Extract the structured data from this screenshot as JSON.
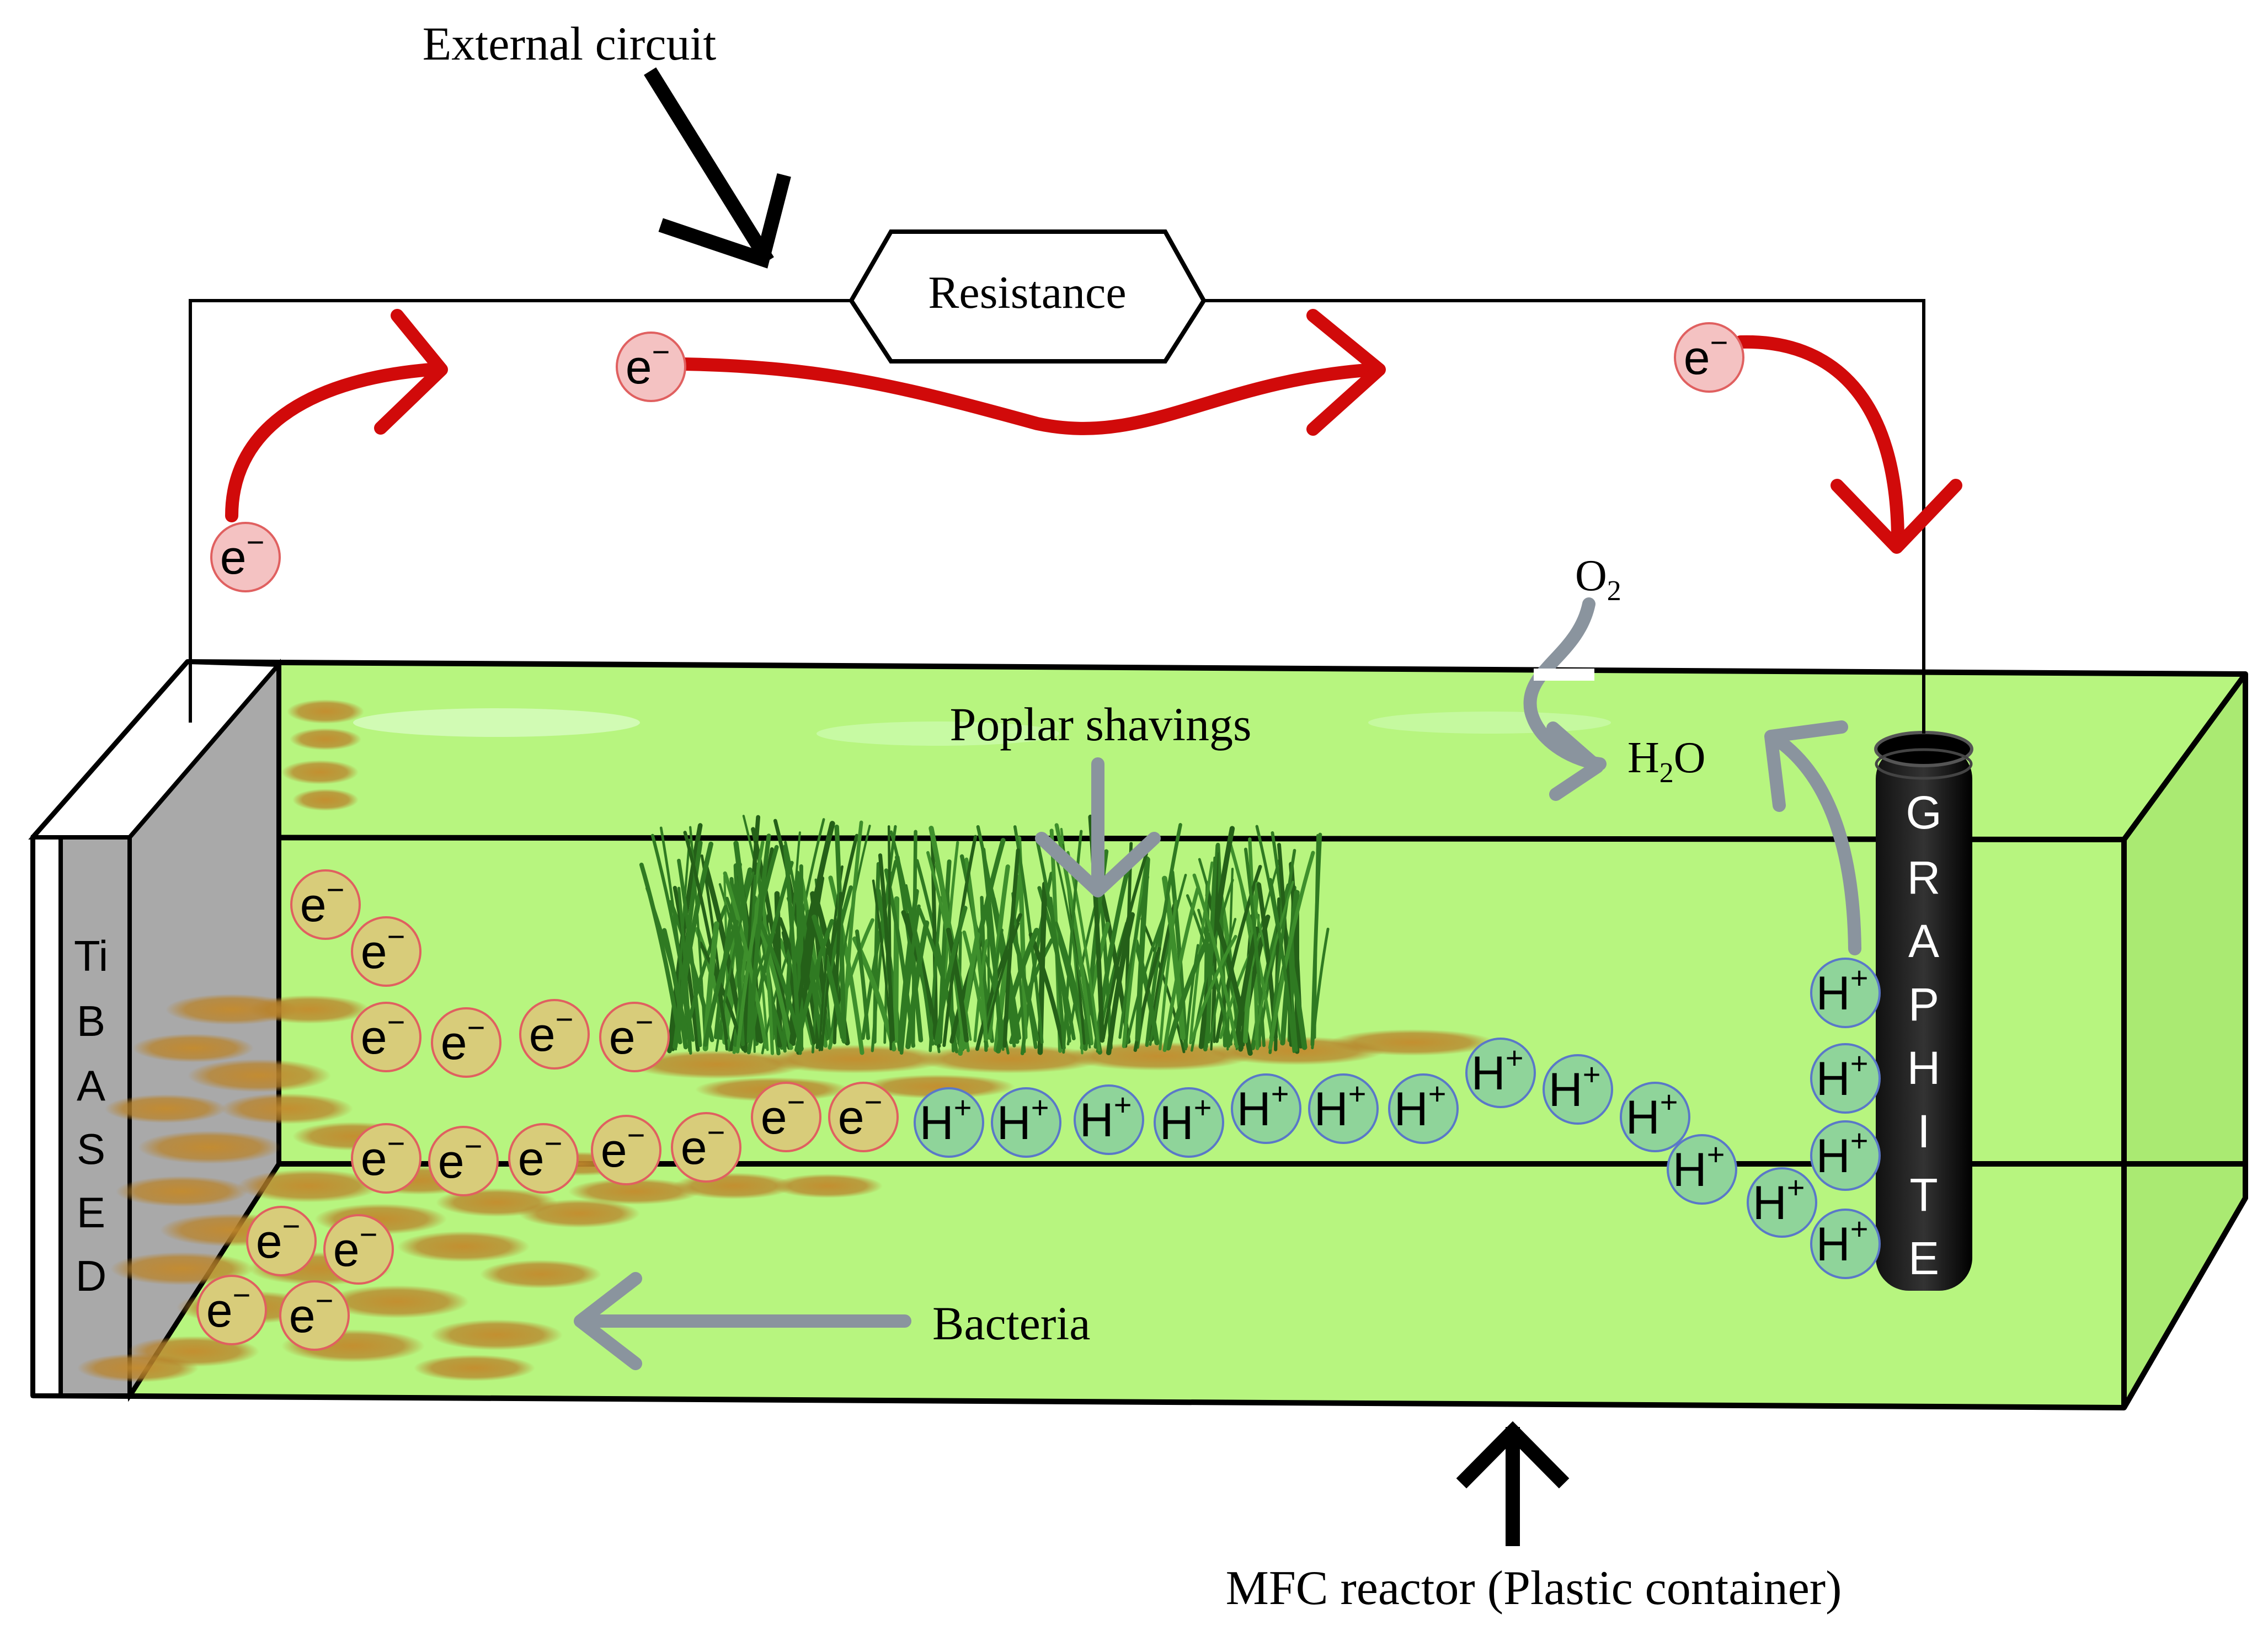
{
  "labels": {
    "external_circuit": "External circuit",
    "resistance": "Resistance",
    "oxygen": {
      "base": "O",
      "sub": "2"
    },
    "water": {
      "pre": "H",
      "sub": "2",
      "post": "O"
    },
    "poplar_shavings": "Poplar shavings",
    "bacteria": "Bacteria",
    "reactor": "MFC reactor (Plastic container)"
  },
  "anode_letters": [
    "Ti",
    "B",
    "A",
    "S",
    "E",
    "D"
  ],
  "cathode_letters": [
    "G",
    "R",
    "A",
    "P",
    "H",
    "I",
    "T",
    "E"
  ],
  "particles": {
    "electron": {
      "base": "e",
      "sup": "−"
    },
    "proton": {
      "base": "H",
      "sup": "+"
    }
  },
  "colors": {
    "liquid": "#b7f57f",
    "electron_air_fill": "#f4c2c2",
    "electron_stroke": "#e06060",
    "electron_liquid_fill": "#d8cc7a",
    "proton_fill": "#8fd49a",
    "proton_stroke": "#5a78c8",
    "flow_arrow": "#d10a0a",
    "pointer_arrow": "#8a949e",
    "anode_plate": "#a9a9a9",
    "cathode_rod": "#000000",
    "bacteria": "#b8822a",
    "shavings": "#2f7a22"
  }
}
